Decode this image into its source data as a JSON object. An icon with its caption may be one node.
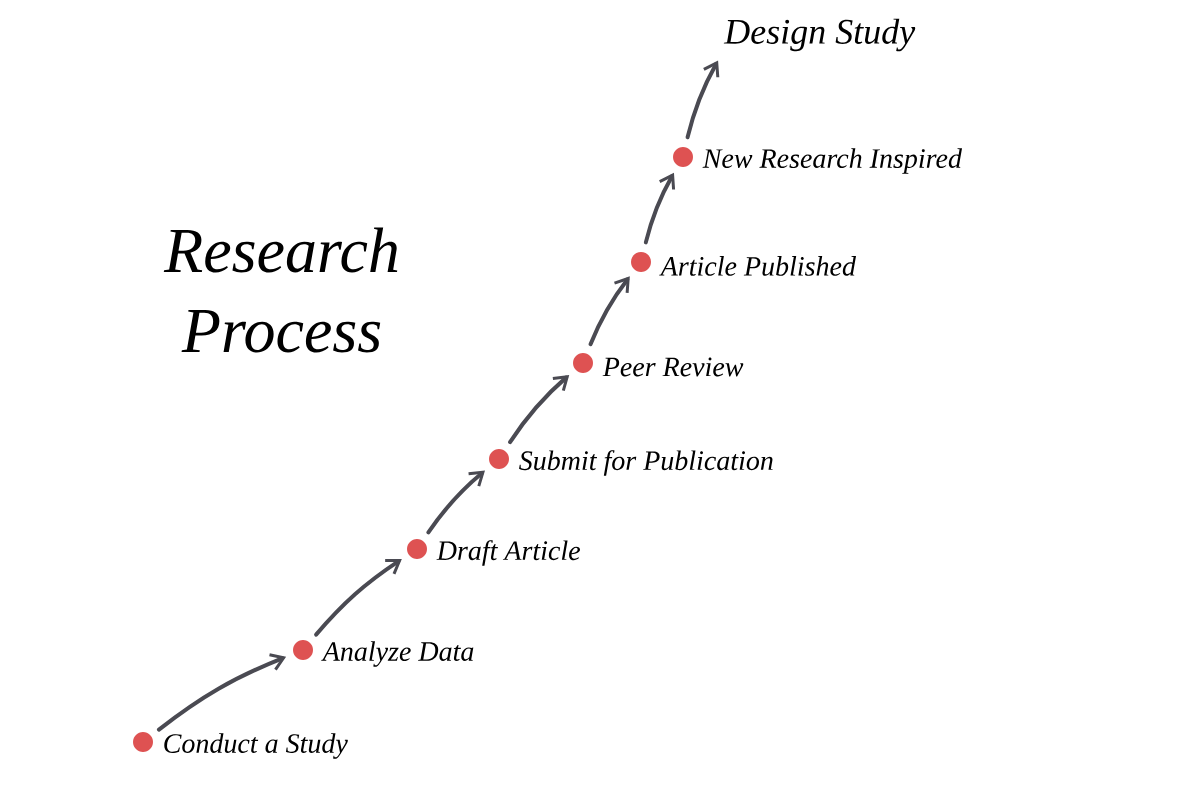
{
  "diagram": {
    "title": "Research Process",
    "nodes": [
      {
        "text": [],
        "shape": "circle",
        "beside": [
          "Conduct a Study"
        ]
      },
      {
        "text": [],
        "shape": "circle",
        "beside": [
          "Analyze Data"
        ]
      },
      {
        "text": [],
        "shape": "circle",
        "beside": [
          "Draft Article"
        ]
      },
      {
        "text": [],
        "shape": "circle",
        "beside": [
          "Submit for Publication"
        ]
      },
      {
        "text": [],
        "shape": "circle",
        "beside": [
          "Peer Review"
        ]
      },
      {
        "text": [],
        "shape": "circle",
        "beside": [
          "Article Published"
        ]
      },
      {
        "text": [],
        "shape": "circle",
        "beside": [
          "New Research Inspired"
        ]
      },
      {
        "text": [
          "Design Study"
        ]
      }
    ],
    "edges": [
      {
        "from": 0,
        "to": 1,
        "arrow": "to"
      },
      {
        "from": 1,
        "to": 2,
        "arrow": "to"
      },
      {
        "from": 2,
        "to": 3,
        "arrow": "to"
      },
      {
        "from": 3,
        "to": 4,
        "arrow": "to"
      },
      {
        "from": 4,
        "to": 5,
        "arrow": "to"
      },
      {
        "from": 5,
        "to": 6,
        "arrow": "to"
      },
      {
        "from": 6,
        "to": 7,
        "arrow": "to"
      }
    ]
  }
}
